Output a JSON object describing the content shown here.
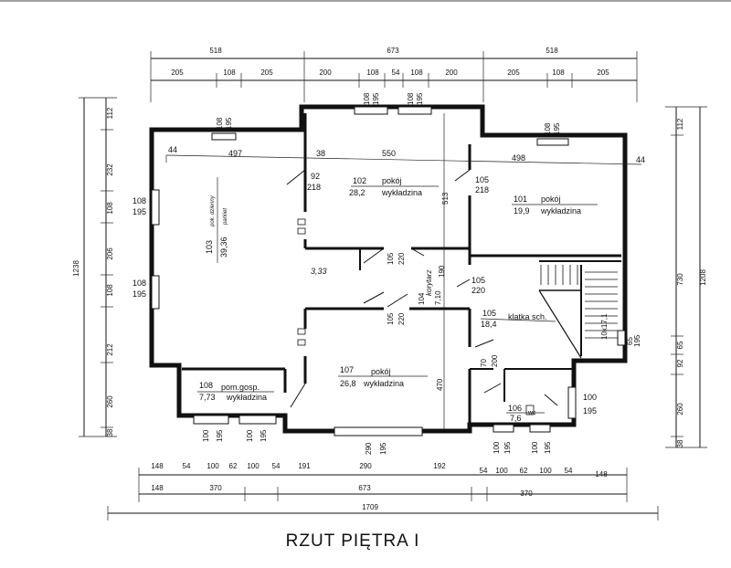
{
  "title": "RZUT PIĘTRA I",
  "rooms": {
    "r101": {
      "num": "101",
      "name": "pokój",
      "area": "19,9",
      "floor": "wykładzina"
    },
    "r102": {
      "num": "102",
      "name": "pokój",
      "area": "28,2",
      "floor": "wykładzina"
    },
    "r103": {
      "num": "103",
      "name": "pok. dzienny",
      "area": "39,36",
      "floor": "parkiet"
    },
    "r104": {
      "num": "104",
      "name": "korytarz",
      "area": "7,10"
    },
    "r105": {
      "num": "105",
      "name": "klatka sch.",
      "area": "18,4"
    },
    "r106": {
      "num": "106",
      "name": "wc",
      "area": "7,6"
    },
    "r107": {
      "num": "107",
      "name": "pokój",
      "area": "26,8",
      "floor": "wykładzina"
    },
    "r108": {
      "num": "108",
      "name": "pom.gosp.",
      "area": "7,73",
      "floor": "wykładzina"
    }
  },
  "dims_top": {
    "outer": [
      "518",
      "673",
      "518"
    ],
    "inner": [
      "205",
      "108",
      "205",
      "200",
      "108",
      "54",
      "108",
      "200",
      "205",
      "108",
      "205"
    ]
  },
  "dims_bottom": {
    "row1": [
      "148",
      "54",
      "100",
      "62",
      "100",
      "54",
      "191",
      "290",
      "192",
      "54",
      "100",
      "62",
      "100",
      "54",
      "148"
    ],
    "row2": [
      "148",
      "370",
      "673",
      "370"
    ],
    "total": "1709"
  },
  "dims_left": {
    "total": "1238",
    "parts": [
      "112",
      "232",
      "108",
      "206",
      "108",
      "212",
      "260",
      "38"
    ]
  },
  "dims_right": {
    "total": "1208",
    "parts": [
      "112",
      "730",
      "65",
      "92",
      "260",
      "38"
    ]
  },
  "windows": {
    "w_top_left": [
      "108",
      "195"
    ],
    "w_top_mid1": [
      "108",
      "195"
    ],
    "w_top_mid2": [
      "108",
      "195"
    ],
    "w_top_right": [
      "108",
      "195"
    ],
    "w_left1": [
      "108",
      "195"
    ],
    "w_left2": [
      "108",
      "195"
    ],
    "w_right_wc": [
      "100",
      "195"
    ],
    "w_right_stair": [
      "65",
      "195"
    ],
    "w_bot_108a": [
      "100",
      "195"
    ],
    "w_bot_108b": [
      "100",
      "195"
    ],
    "w_bot_107": [
      "290",
      "195"
    ],
    "w_bot_106a": [
      "100",
      "195"
    ],
    "w_bot_106b": [
      "100",
      "195"
    ]
  },
  "interior": {
    "d44_left": "44",
    "d497": "497",
    "d38": "38",
    "d550": "550",
    "d498": "498",
    "d44_right": "44",
    "d513": "513",
    "d470": "470",
    "door_92": "92",
    "door_218a": "218",
    "door_105a": "105",
    "door_218b": "218",
    "door_105b": "105",
    "door_220a": "220",
    "door_105c": "105",
    "door_220b": "220",
    "door_105d": "105",
    "door_220c": "220",
    "door_190": "190",
    "door_70": "70",
    "door_200": "200",
    "height_333": "3,33",
    "stairs": "10x17,1"
  }
}
